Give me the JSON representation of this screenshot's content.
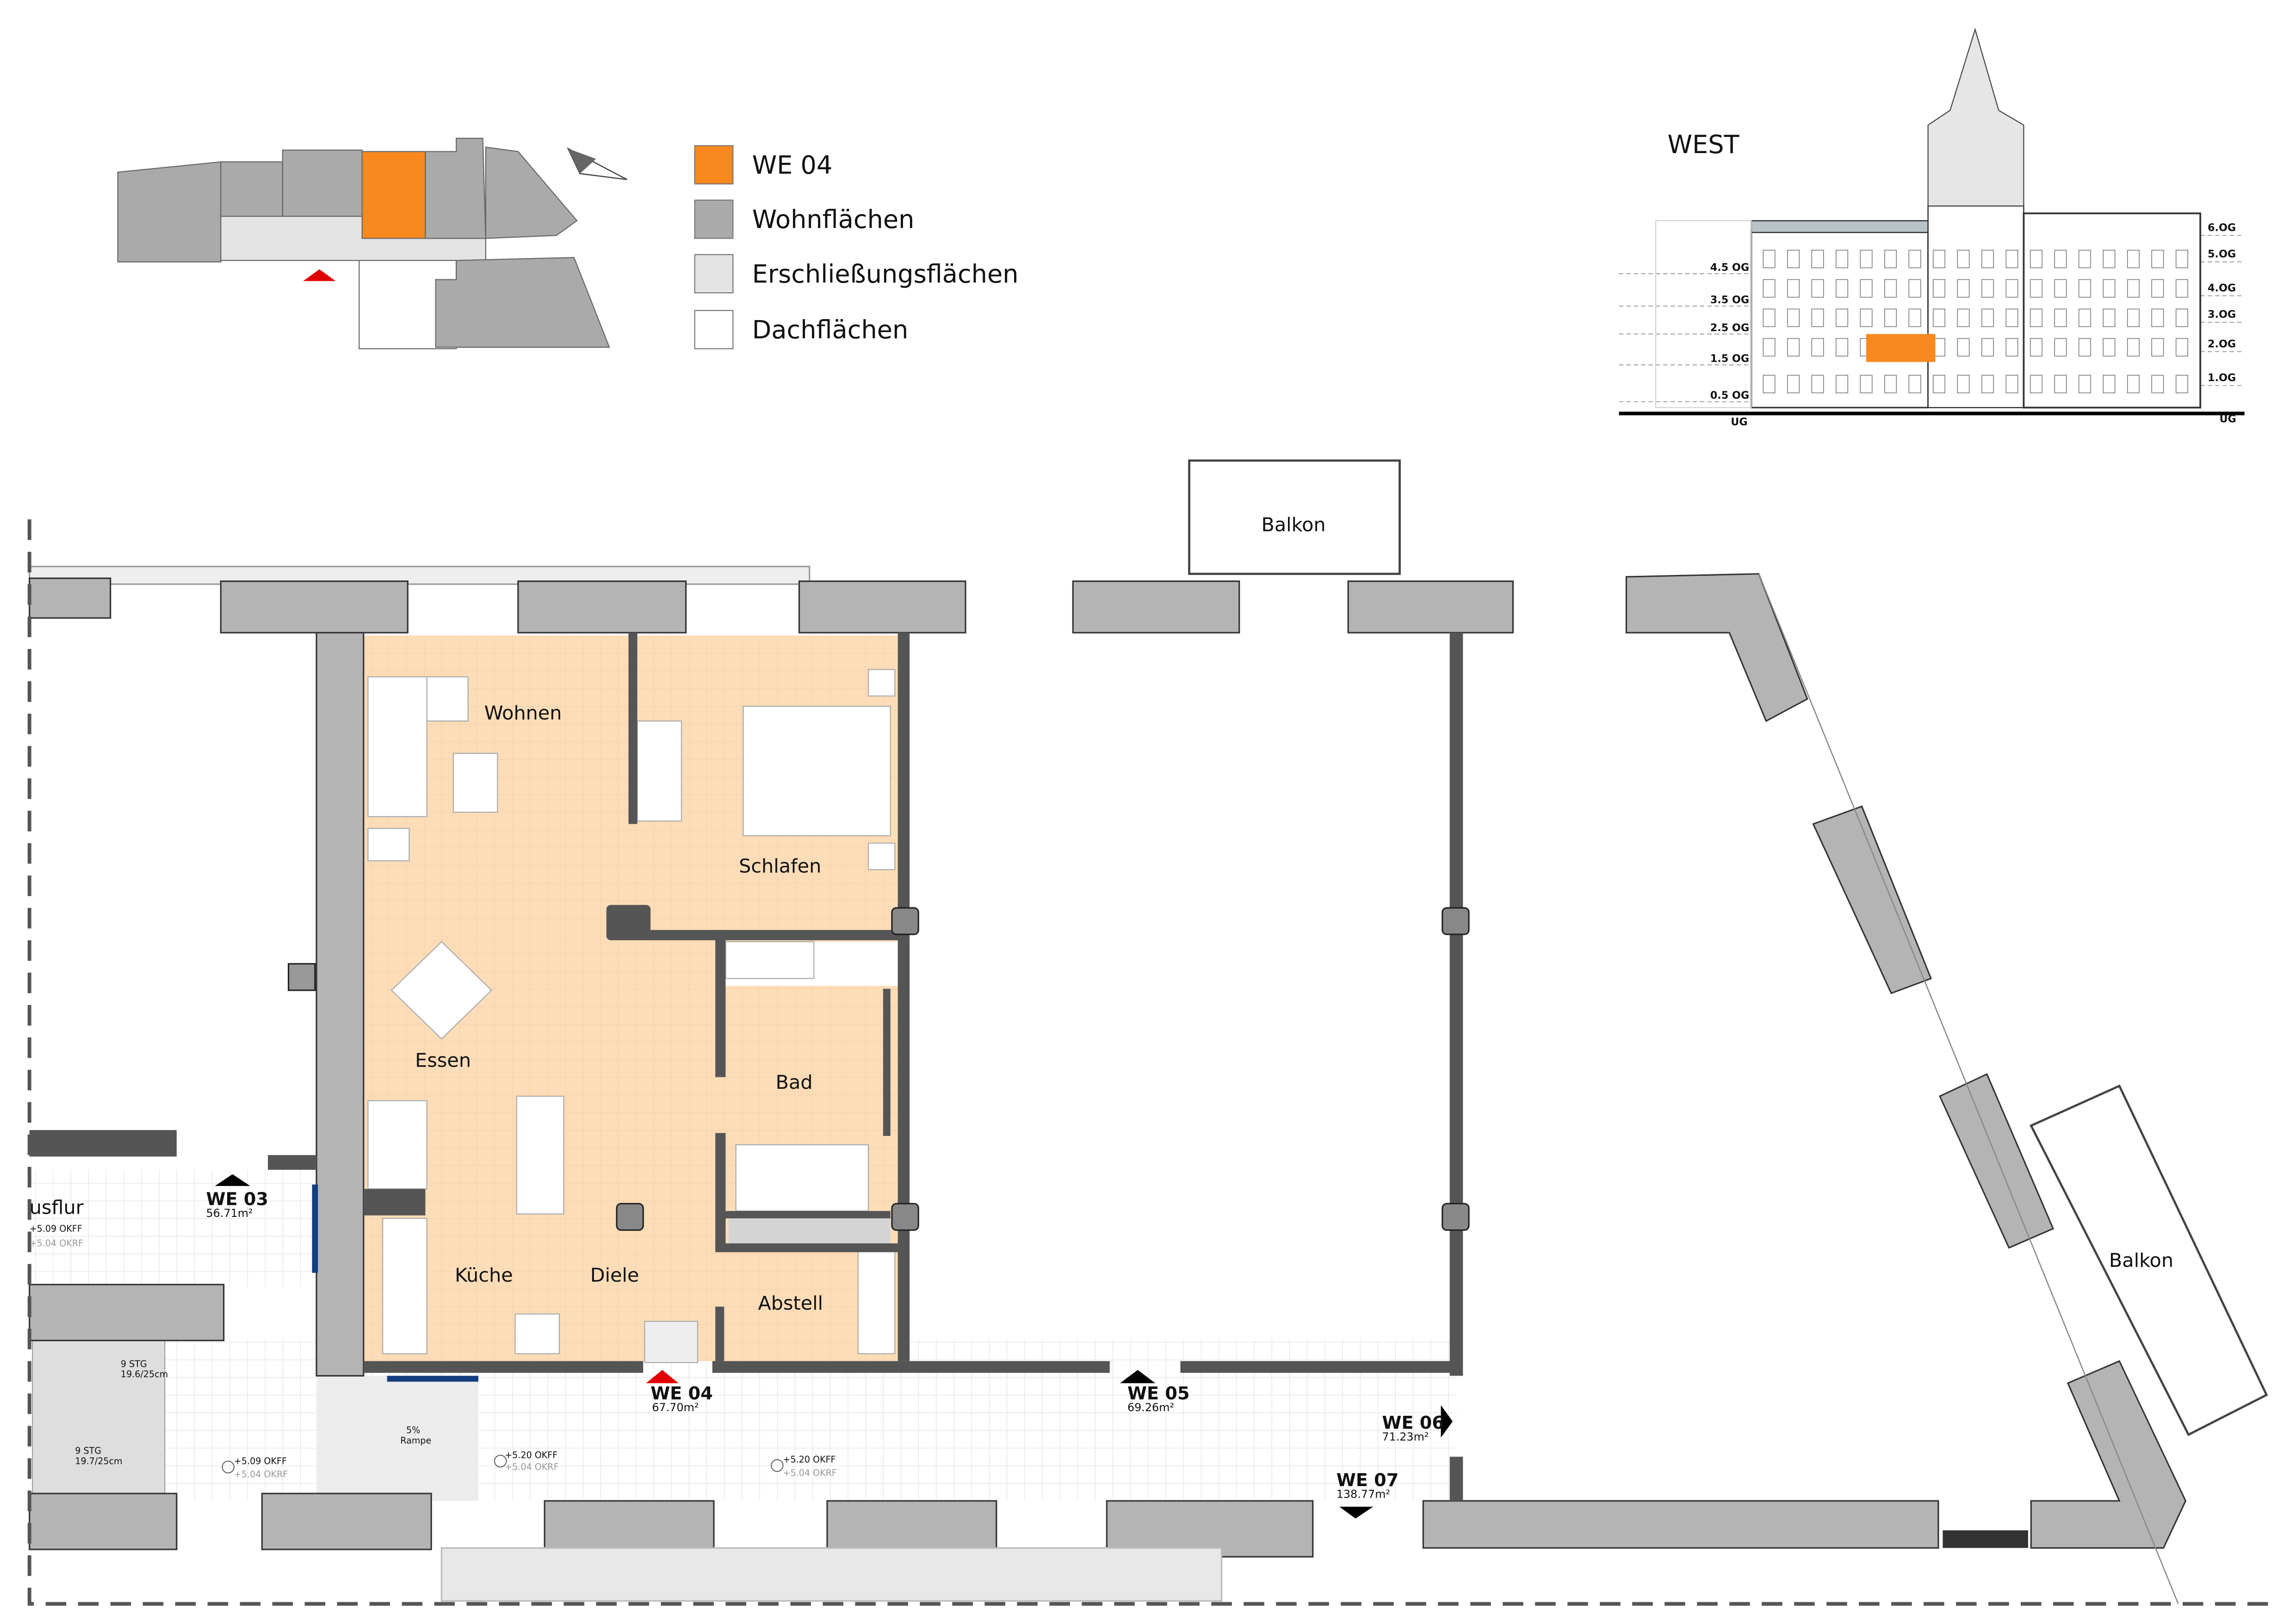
{
  "legend": {
    "items": [
      {
        "label": "WE 04",
        "color": "#F7891E"
      },
      {
        "label": "Wohnflächen",
        "color": "#AAAAAA"
      },
      {
        "label": "Erschließungsflächen",
        "color": "#E3E3E3"
      },
      {
        "label": "Dachflächen",
        "color": "#FFFFFF"
      }
    ]
  },
  "elevation": {
    "title": "WEST",
    "left_levels": [
      "4.5 OG",
      "3.5 OG",
      "2.5 OG",
      "1.5 OG",
      "0.5 OG",
      "UG"
    ],
    "right_levels": [
      "6.OG",
      "5.OG",
      "4.OG",
      "3.OG",
      "2.OG",
      "1.OG",
      "UG"
    ]
  },
  "rooms": {
    "wohnen": "Wohnen",
    "schlafen": "Schlafen",
    "essen": "Essen",
    "bad": "Bad",
    "kueche": "Küche",
    "diele": "Diele",
    "abstell": "Abstell",
    "balkon_top": "Balkon",
    "balkon_right": "Balkon",
    "hausflur": "usflur"
  },
  "units": [
    {
      "id": "WE 03",
      "area": "56.71m²"
    },
    {
      "id": "WE 04",
      "area": "67.70m²"
    },
    {
      "id": "WE 05",
      "area": "69.26m²"
    },
    {
      "id": "WE 06",
      "area": "71.23m²"
    },
    {
      "id": "WE 07",
      "area": "138.77m²"
    }
  ],
  "levels": {
    "hausflur": {
      "okff": "+5.09 OKFF",
      "okrf": "+5.04 OKRF"
    },
    "stair": {
      "okff": "+5.09 OKFF",
      "okrf": "+5.04 OKRF"
    },
    "entry": {
      "okff": "+5.20 OKFF",
      "okrf": "+5.04 OKRF"
    },
    "corridor": {
      "okff": "+5.20 OKFF",
      "okrf": "+5.04 OKRF"
    }
  },
  "stairs": {
    "upper": "9 STG",
    "upper_dim": "19.6/25cm",
    "lower": "9 STG",
    "lower_dim": "19.7/25cm"
  },
  "ramp": {
    "slope": "5%",
    "label": "Rampe"
  },
  "colors": {
    "highlight": "#F7891E",
    "apartment": "#FDDDB8",
    "wall": "#555555",
    "exterior": "#B4B4B4",
    "entry_marker": "#E00000"
  }
}
